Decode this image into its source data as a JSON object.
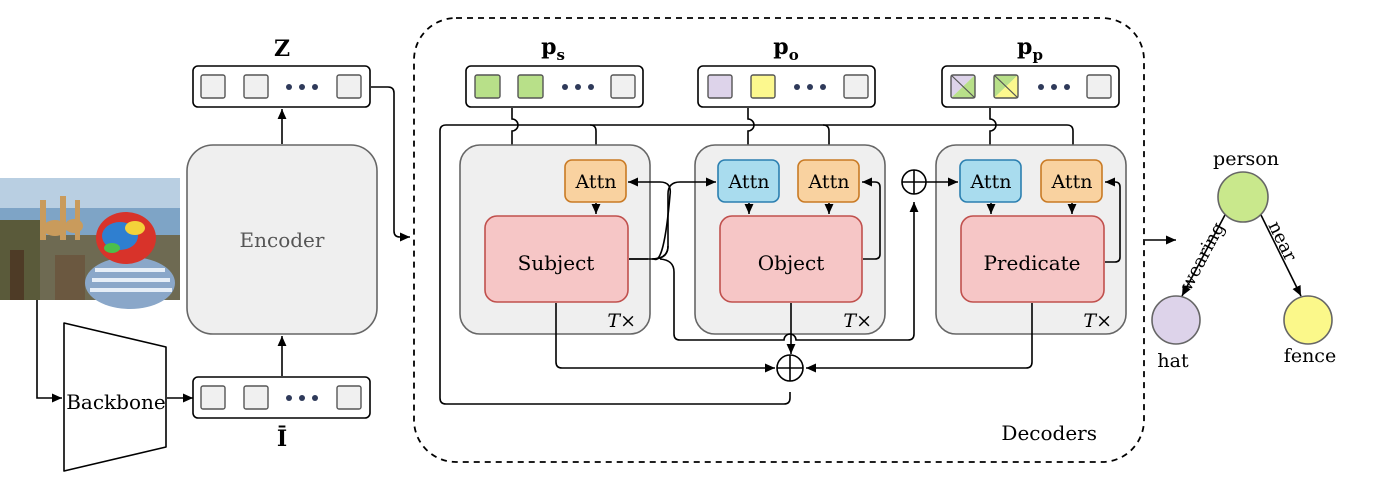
{
  "encoder": {
    "label": "Encoder",
    "output_label": "Z"
  },
  "backbone": {
    "label": "Backbone",
    "features_label": "Ī"
  },
  "queries": {
    "subject": {
      "label": "p",
      "sub": "s"
    },
    "object": {
      "label": "p",
      "sub": "o"
    },
    "predicate": {
      "label": "p",
      "sub": "p"
    }
  },
  "decoders": {
    "title": "Decoders",
    "attn_label": "Attn",
    "repeat_label": "T×",
    "subject": {
      "label": "Subject"
    },
    "object": {
      "label": "Object"
    },
    "predicate": {
      "label": "Predicate"
    }
  },
  "graph": {
    "nodes": {
      "person": "person",
      "hat": "hat",
      "fence": "fence"
    },
    "edges": {
      "wearing": "wearing",
      "near": "near"
    }
  },
  "colors": {
    "attn_orange": "#f9d2a0",
    "attn_blue": "#a9dcee",
    "module_red": "#f6c6c6",
    "slot_green": "#b8e089",
    "slot_lilac": "#ddd3ea",
    "slot_yellow": "#fcf88e",
    "slot_gray": "#f0f0f0",
    "node_green": "#c9e88c",
    "node_lilac": "#ddd3ea",
    "node_yellow": "#fbf88a"
  }
}
